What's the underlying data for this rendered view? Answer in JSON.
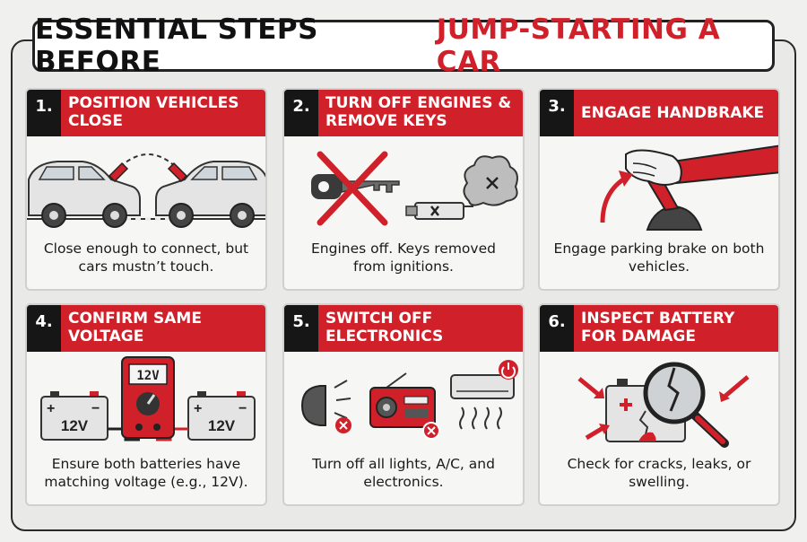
{
  "title": {
    "part1": "ESSENTIAL STEPS BEFORE",
    "part2": "JUMP-STARTING A CAR"
  },
  "colors": {
    "accent": "#d0202a",
    "dark": "#161616",
    "panel": "#f6f6f5"
  },
  "steps": [
    {
      "number": "1.",
      "title": "POSITION VEHICLES CLOSE",
      "caption": "Close enough to connect, but cars mustn’t touch.",
      "icon": "cars-with-jumper-clamps-icon"
    },
    {
      "number": "2.",
      "title": "TURN OFF ENGINES & REMOVE KEYS",
      "caption": "Engines off. Keys removed from ignitions.",
      "icon": "crossed-key-icon"
    },
    {
      "number": "3.",
      "title": "ENGAGE HANDBRAKE",
      "caption": "Engage parking brake on both vehicles.",
      "icon": "handbrake-icon"
    },
    {
      "number": "4.",
      "title": "CONFIRM SAME VOLTAGE",
      "caption": "Ensure both batteries have matching voltage (e.g., 12V).",
      "icon": "multimeter-batteries-icon"
    },
    {
      "number": "5.",
      "title": "SWITCH OFF ELECTRONICS",
      "caption": "Turn off all lights, A/C, and electronics.",
      "icon": "electronics-off-icon"
    },
    {
      "number": "6.",
      "title": "INSPECT BATTERY FOR DAMAGE",
      "caption": "Check for cracks, leaks, or swelling.",
      "icon": "magnifier-battery-icon"
    }
  ],
  "labels": {
    "battery_voltage": "12V",
    "meter_reading": "12V"
  }
}
